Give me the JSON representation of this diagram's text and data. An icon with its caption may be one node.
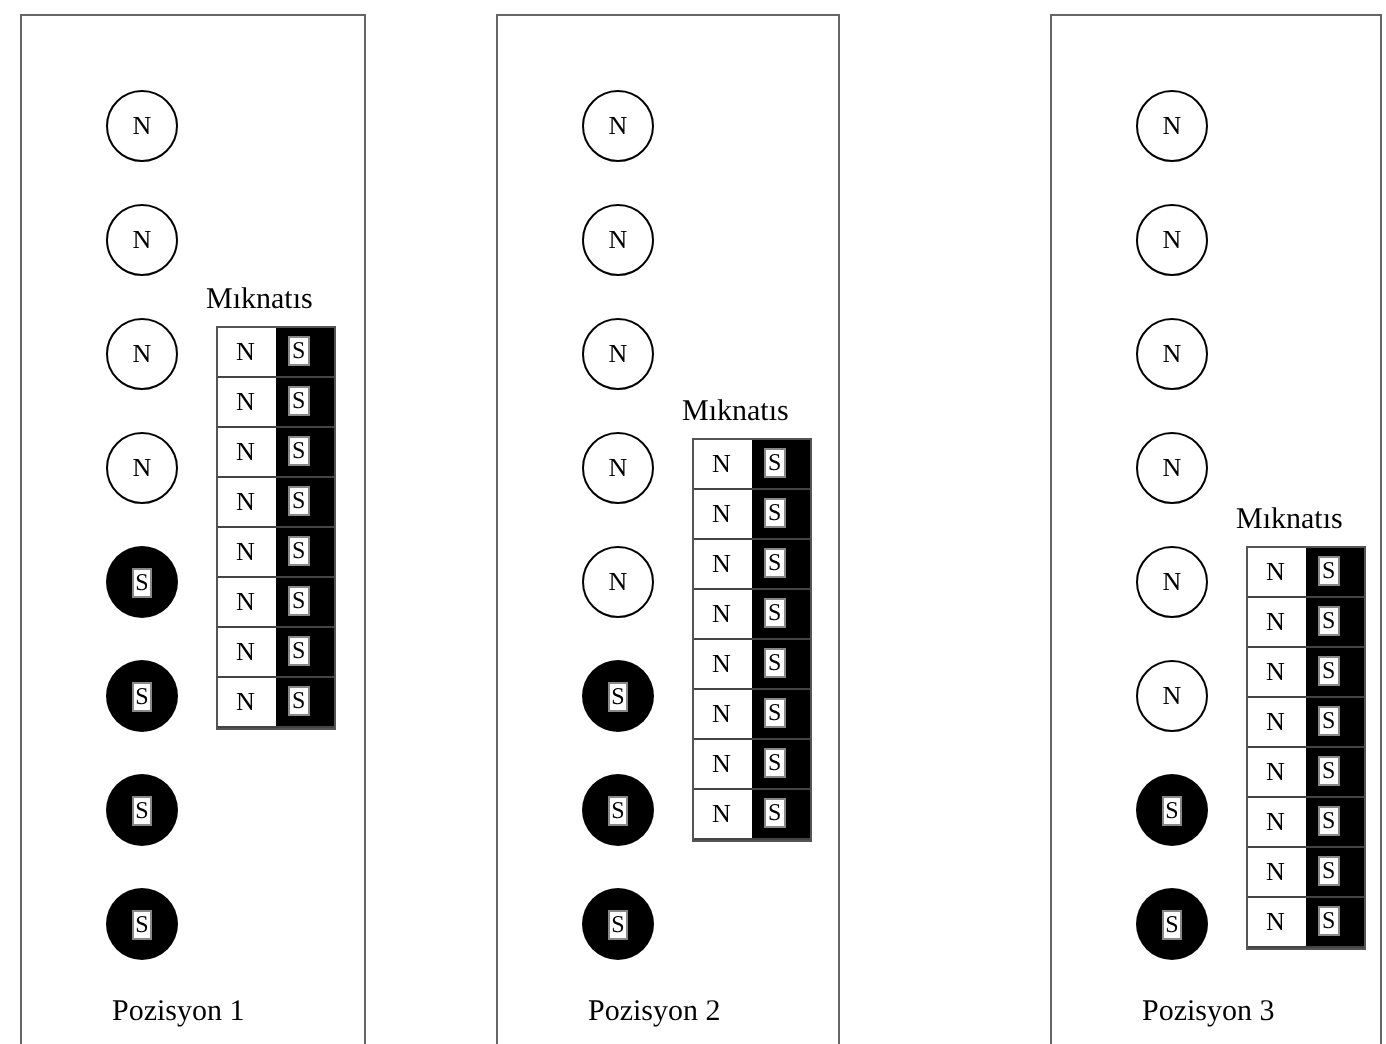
{
  "diagram": {
    "nodes": [
      {
        "text": [
          "Pozisyon 1"
        ]
      },
      {
        "text": [
          "N"
        ],
        "in": 0
      },
      {
        "text": [
          "N"
        ],
        "in": 0
      },
      {
        "text": [
          "N"
        ],
        "in": 0
      },
      {
        "text": [
          "N"
        ],
        "in": 0
      },
      {
        "text": [
          "S"
        ],
        "in": 0
      },
      {
        "text": [
          "S"
        ],
        "in": 0
      },
      {
        "text": [
          "S"
        ],
        "in": 0
      },
      {
        "text": [
          "S"
        ],
        "in": 0
      },
      {
        "text": [
          "Mıknatıs"
        ],
        "in": 0
      },
      {
        "text": [
          "N",
          "S"
        ],
        "in": 9
      },
      {
        "text": [
          "N",
          "S"
        ],
        "in": 9
      },
      {
        "text": [
          "N",
          "S"
        ],
        "in": 9
      },
      {
        "text": [
          "N",
          "S"
        ],
        "in": 9
      },
      {
        "text": [
          "N",
          "S"
        ],
        "in": 9
      },
      {
        "text": [
          "N",
          "S"
        ],
        "in": 9
      },
      {
        "text": [
          "N",
          "S"
        ],
        "in": 9
      },
      {
        "text": [
          "N",
          "S"
        ],
        "in": 9
      },
      {
        "text": [
          "Pozisyon 2"
        ]
      },
      {
        "text": [
          "N"
        ],
        "in": 18
      },
      {
        "text": [
          "N"
        ],
        "in": 18
      },
      {
        "text": [
          "N"
        ],
        "in": 18
      },
      {
        "text": [
          "N"
        ],
        "in": 18
      },
      {
        "text": [
          "N"
        ],
        "in": 18
      },
      {
        "text": [
          "S"
        ],
        "in": 18
      },
      {
        "text": [
          "S"
        ],
        "in": 18
      },
      {
        "text": [
          "S"
        ],
        "in": 18
      },
      {
        "text": [
          "Mıknatıs"
        ],
        "in": 18
      },
      {
        "text": [
          "N",
          "S"
        ],
        "in": 27
      },
      {
        "text": [
          "N",
          "S"
        ],
        "in": 27
      },
      {
        "text": [
          "N",
          "S"
        ],
        "in": 27
      },
      {
        "text": [
          "N",
          "S"
        ],
        "in": 27
      },
      {
        "text": [
          "N",
          "S"
        ],
        "in": 27
      },
      {
        "text": [
          "N",
          "S"
        ],
        "in": 27
      },
      {
        "text": [
          "N",
          "S"
        ],
        "in": 27
      },
      {
        "text": [
          "N",
          "S"
        ],
        "in": 27
      },
      {
        "text": [
          "Pozisyon 3"
        ]
      },
      {
        "text": [
          "N"
        ],
        "in": 36
      },
      {
        "text": [
          "N"
        ],
        "in": 36
      },
      {
        "text": [
          "N"
        ],
        "in": 36
      },
      {
        "text": [
          "N"
        ],
        "in": 36
      },
      {
        "text": [
          "N"
        ],
        "in": 36
      },
      {
        "text": [
          "N"
        ],
        "in": 36
      },
      {
        "text": [
          "S"
        ],
        "in": 36
      },
      {
        "text": [
          "S"
        ],
        "in": 36
      },
      {
        "text": [
          "Mıknatıs"
        ],
        "in": 36
      },
      {
        "text": [
          "N",
          "S"
        ],
        "in": 45
      },
      {
        "text": [
          "N",
          "S"
        ],
        "in": 45
      },
      {
        "text": [
          "N",
          "S"
        ],
        "in": 45
      },
      {
        "text": [
          "N",
          "S"
        ],
        "in": 45
      },
      {
        "text": [
          "N",
          "S"
        ],
        "in": 45
      },
      {
        "text": [
          "N",
          "S"
        ],
        "in": 45
      },
      {
        "text": [
          "N",
          "S"
        ],
        "in": 45
      },
      {
        "text": [
          "N",
          "S"
        ],
        "in": 45
      }
    ]
  }
}
